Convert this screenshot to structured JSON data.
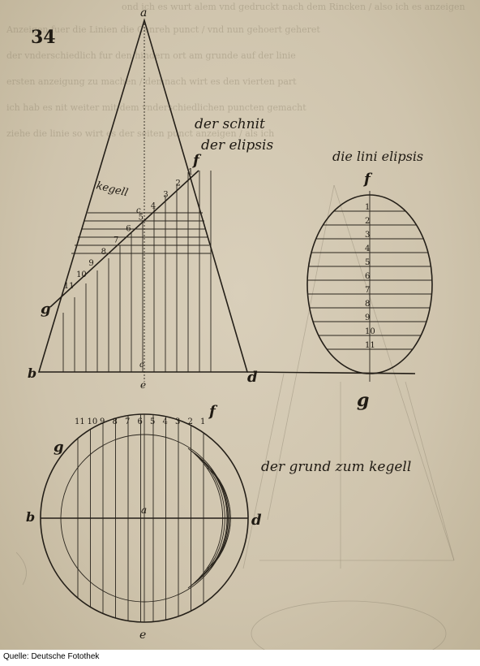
{
  "page_number": "34",
  "caption": "Quelle: Deutsche Fotothek",
  "labels": {
    "apex": "a",
    "left_base": "b",
    "right_base": "d",
    "center_base": "e",
    "axis_point": "c",
    "mid_foot": "c",
    "section_top": "f",
    "section_bottom": "g",
    "cone_word": "kegell"
  },
  "titles": {
    "section": [
      "der schnit",
      "der elipsis"
    ],
    "ellipse": "die lini elipsis",
    "plan": "der grund zum kegell"
  },
  "ellipse_labels": {
    "top": "f",
    "bottom": "g"
  },
  "plan_labels": {
    "left": "b",
    "right": "d",
    "center": "a",
    "bottom": "e",
    "top_right": "f",
    "top_left": "g"
  },
  "section_numbers": [
    "1",
    "2",
    "3",
    "4",
    "5",
    "6",
    "7",
    "8",
    "9",
    "10",
    "11"
  ],
  "plan_numbers": [
    "11",
    "10",
    "9",
    "8",
    "7",
    "6",
    "5",
    "4",
    "3",
    "2",
    "1"
  ]
}
